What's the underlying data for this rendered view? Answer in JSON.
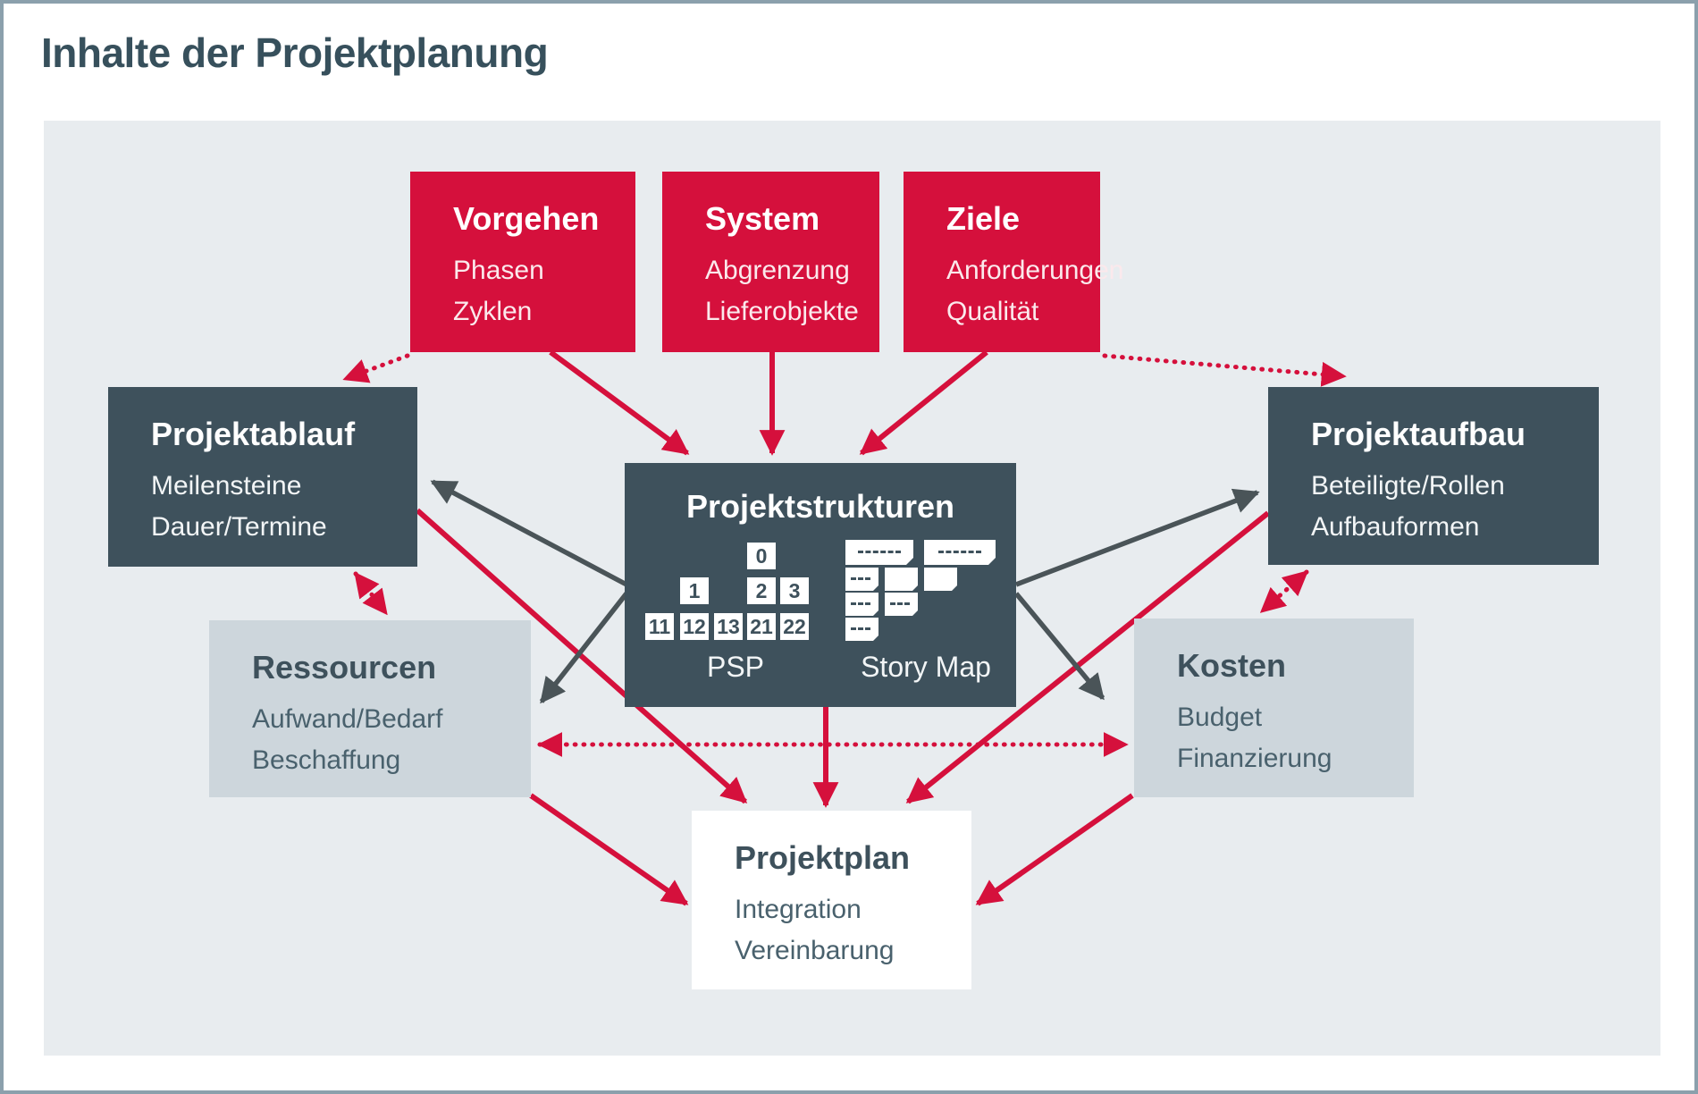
{
  "title": "Inhalte der Projektplanung",
  "nodes": {
    "vorgehen": {
      "title": "Vorgehen",
      "line1": "Phasen",
      "line2": "Zyklen"
    },
    "system": {
      "title": "System",
      "line1": "Abgrenzung",
      "line2": "Lieferobjekte"
    },
    "ziele": {
      "title": "Ziele",
      "line1": "Anforderungen",
      "line2": "Qualität"
    },
    "projektablauf": {
      "title": "Projektablauf",
      "line1": "Meilensteine",
      "line2": "Dauer/Termine"
    },
    "projektaufbau": {
      "title": "Projektaufbau",
      "line1": "Beteiligte/Rollen",
      "line2": "Aufbauformen"
    },
    "ressourcen": {
      "title": "Ressourcen",
      "line1": "Aufwand/Bedarf",
      "line2": "Beschaffung"
    },
    "kosten": {
      "title": "Kosten",
      "line1": "Budget",
      "line2": "Finanzierung"
    },
    "projektplan": {
      "title": "Projektplan",
      "line1": "Integration",
      "line2": "Vereinbarung"
    },
    "projektstrukturen": {
      "title": "Projektstrukturen",
      "psp_label": "PSP",
      "storymap_label": "Story Map",
      "psp_root": "0",
      "psp_l1_1": "1",
      "psp_l1_2": "2",
      "psp_l1_3": "3",
      "psp_l2_1": "11",
      "psp_l2_2": "12",
      "psp_l2_3": "13",
      "psp_l2_4": "21",
      "psp_l2_5": "22"
    }
  },
  "colors": {
    "accent_red": "#d5103c",
    "dark_slate": "#3e515c",
    "panel_background": "#e8ecef",
    "light_box": "#cdd6dc",
    "white_box": "#ffffff",
    "gray_arrow": "#4a5458",
    "outer_border": "#8ba0ac",
    "title_text": "#37505c"
  }
}
